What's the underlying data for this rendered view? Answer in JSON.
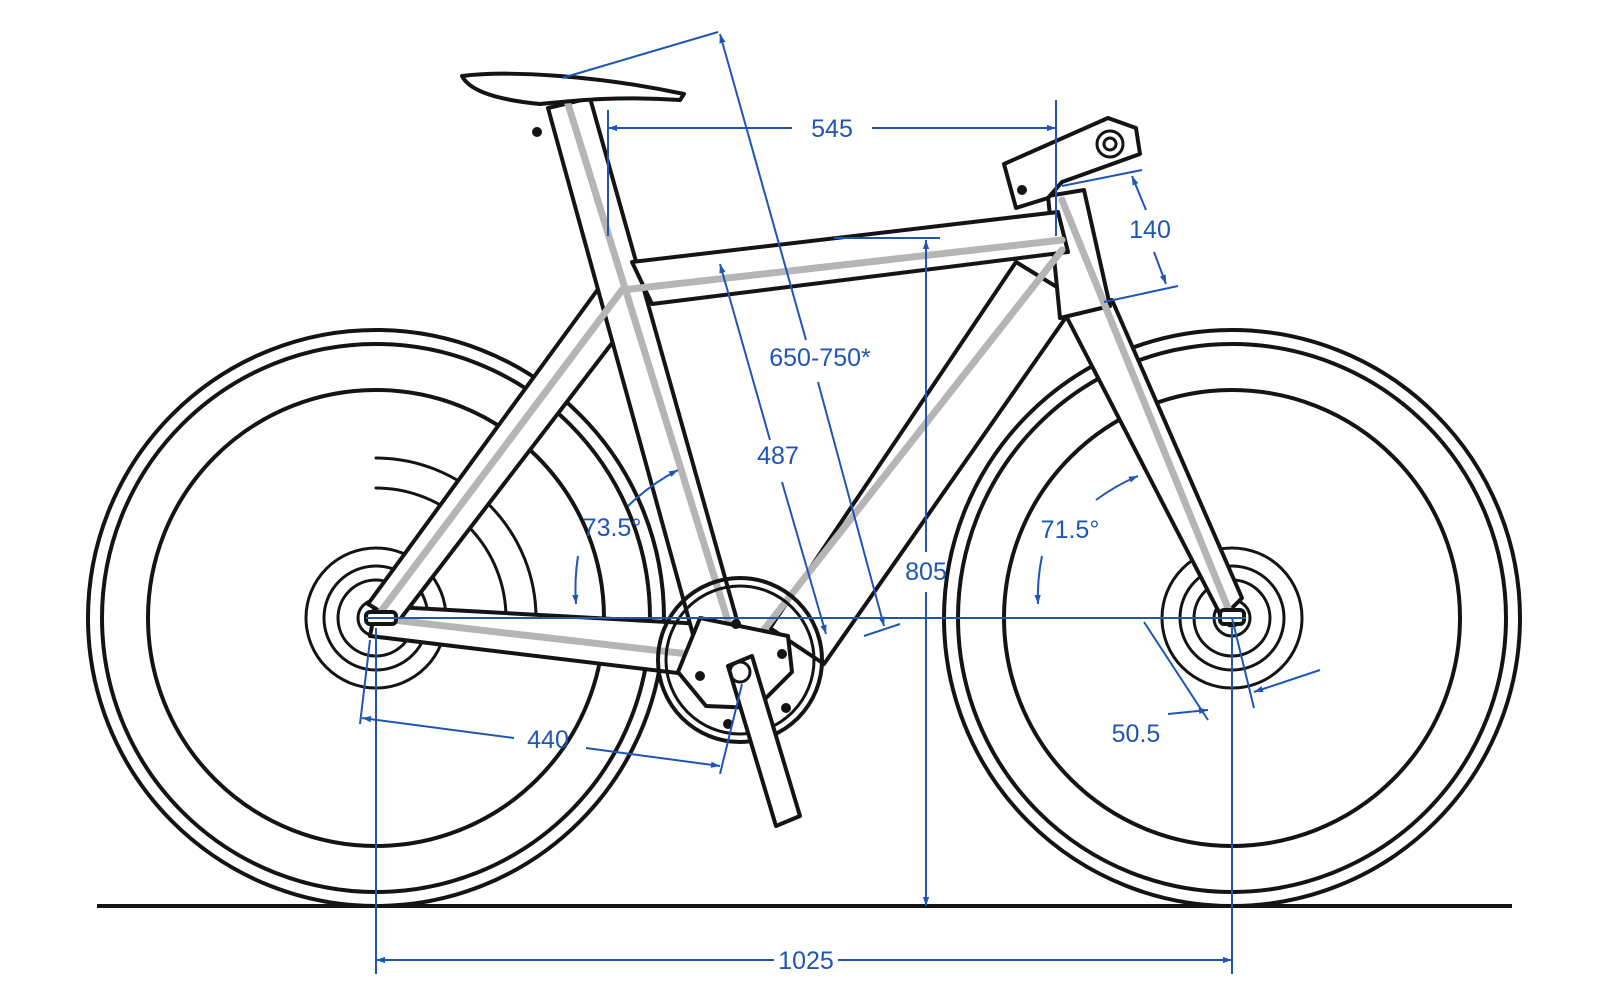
{
  "dimensions": {
    "top_tube": "545",
    "stack": "650-750*",
    "head_tube": "140",
    "seat_tube": "487",
    "bb_height": "805",
    "seat_angle": "73.5°",
    "head_angle": "71.5°",
    "chainstay": "440",
    "fork_offset": "50.5",
    "wheelbase": "1025"
  },
  "colors": {
    "frame_outline": "#141414",
    "frame_centerline": "#b5b5b5",
    "dimension": "#1f55b5"
  }
}
